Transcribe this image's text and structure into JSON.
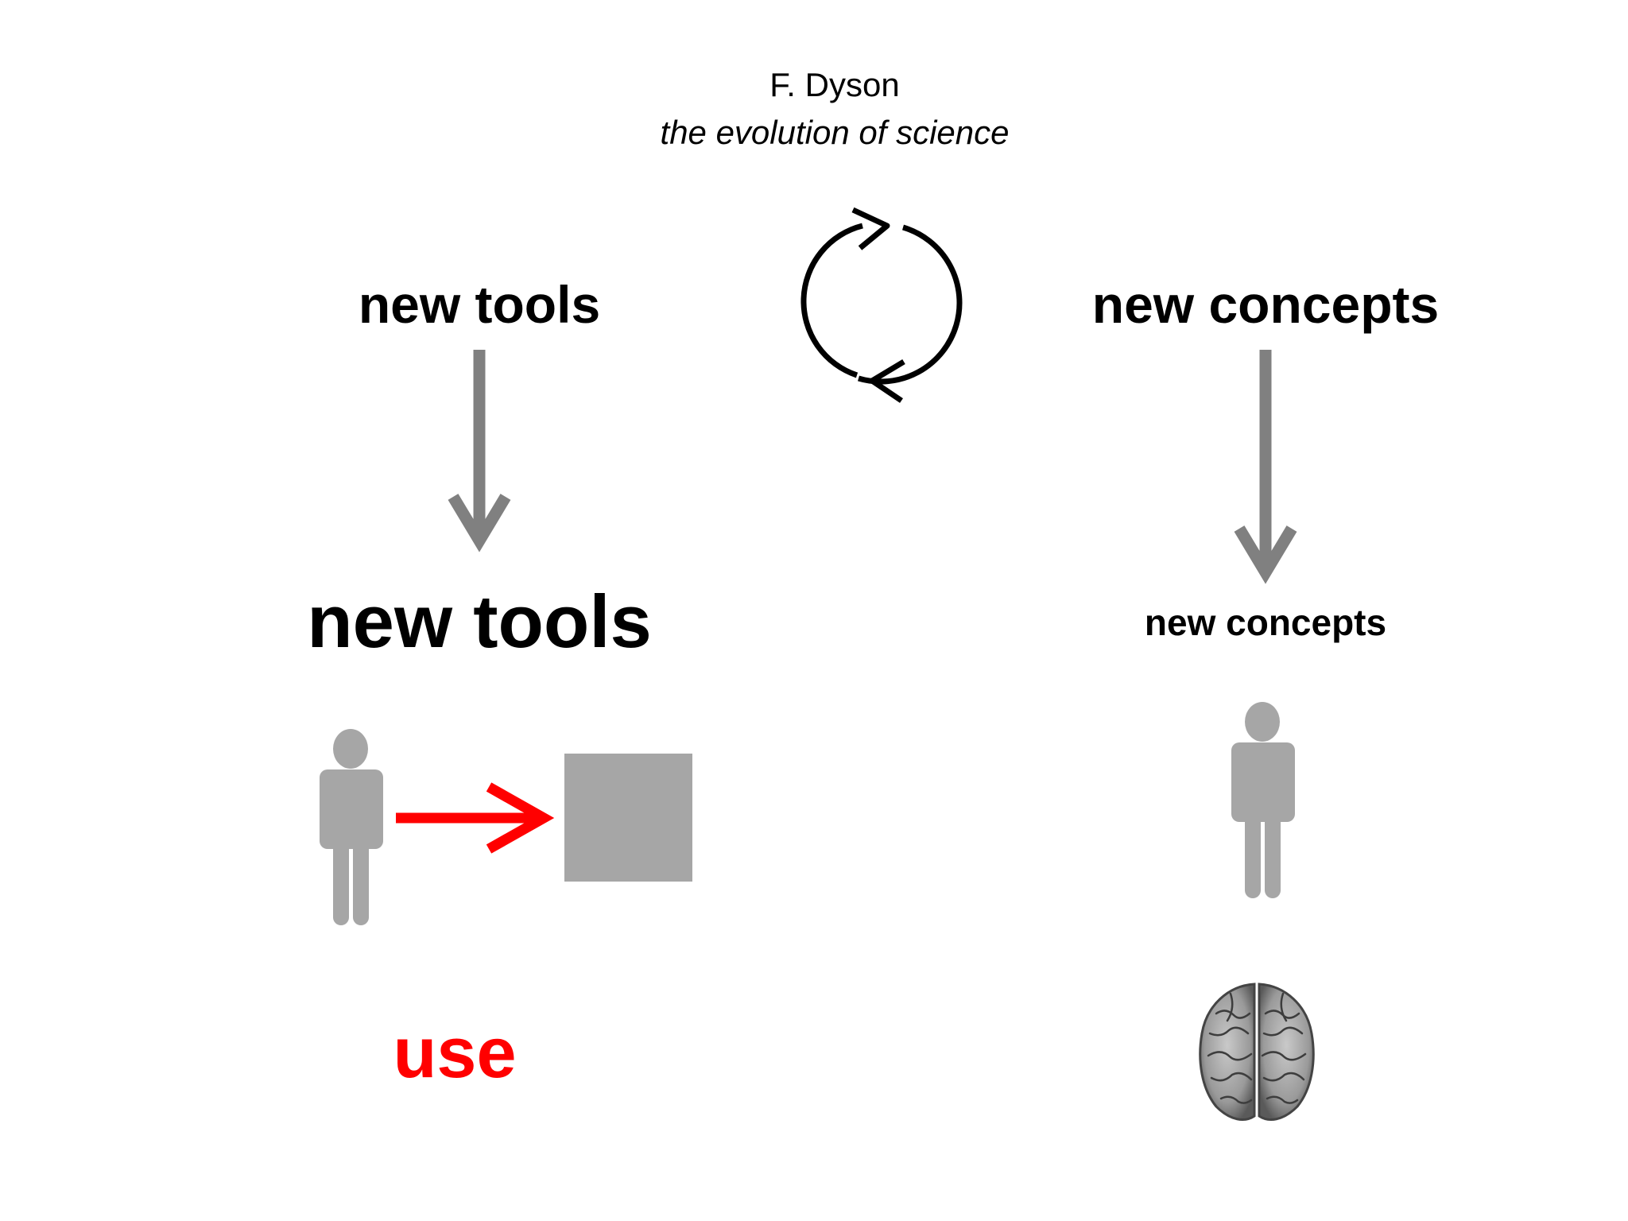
{
  "header": {
    "author": "F. Dyson",
    "book_title": "the evolution of science"
  },
  "left_column": {
    "top_label": "new tools",
    "bottom_label": "new tools",
    "action_label": "use"
  },
  "right_column": {
    "top_label": "new concepts",
    "bottom_label": "new concepts"
  },
  "colors": {
    "text": "#000000",
    "arrow_gray": "#808080",
    "figure_gray": "#a6a6a6",
    "accent_red": "#ff0000"
  },
  "icons": {
    "cycle": "cycle-arrows-icon",
    "person_left": "person-icon",
    "tool": "square-tool-icon",
    "person_right": "person-icon",
    "brain": "brain-icon"
  }
}
